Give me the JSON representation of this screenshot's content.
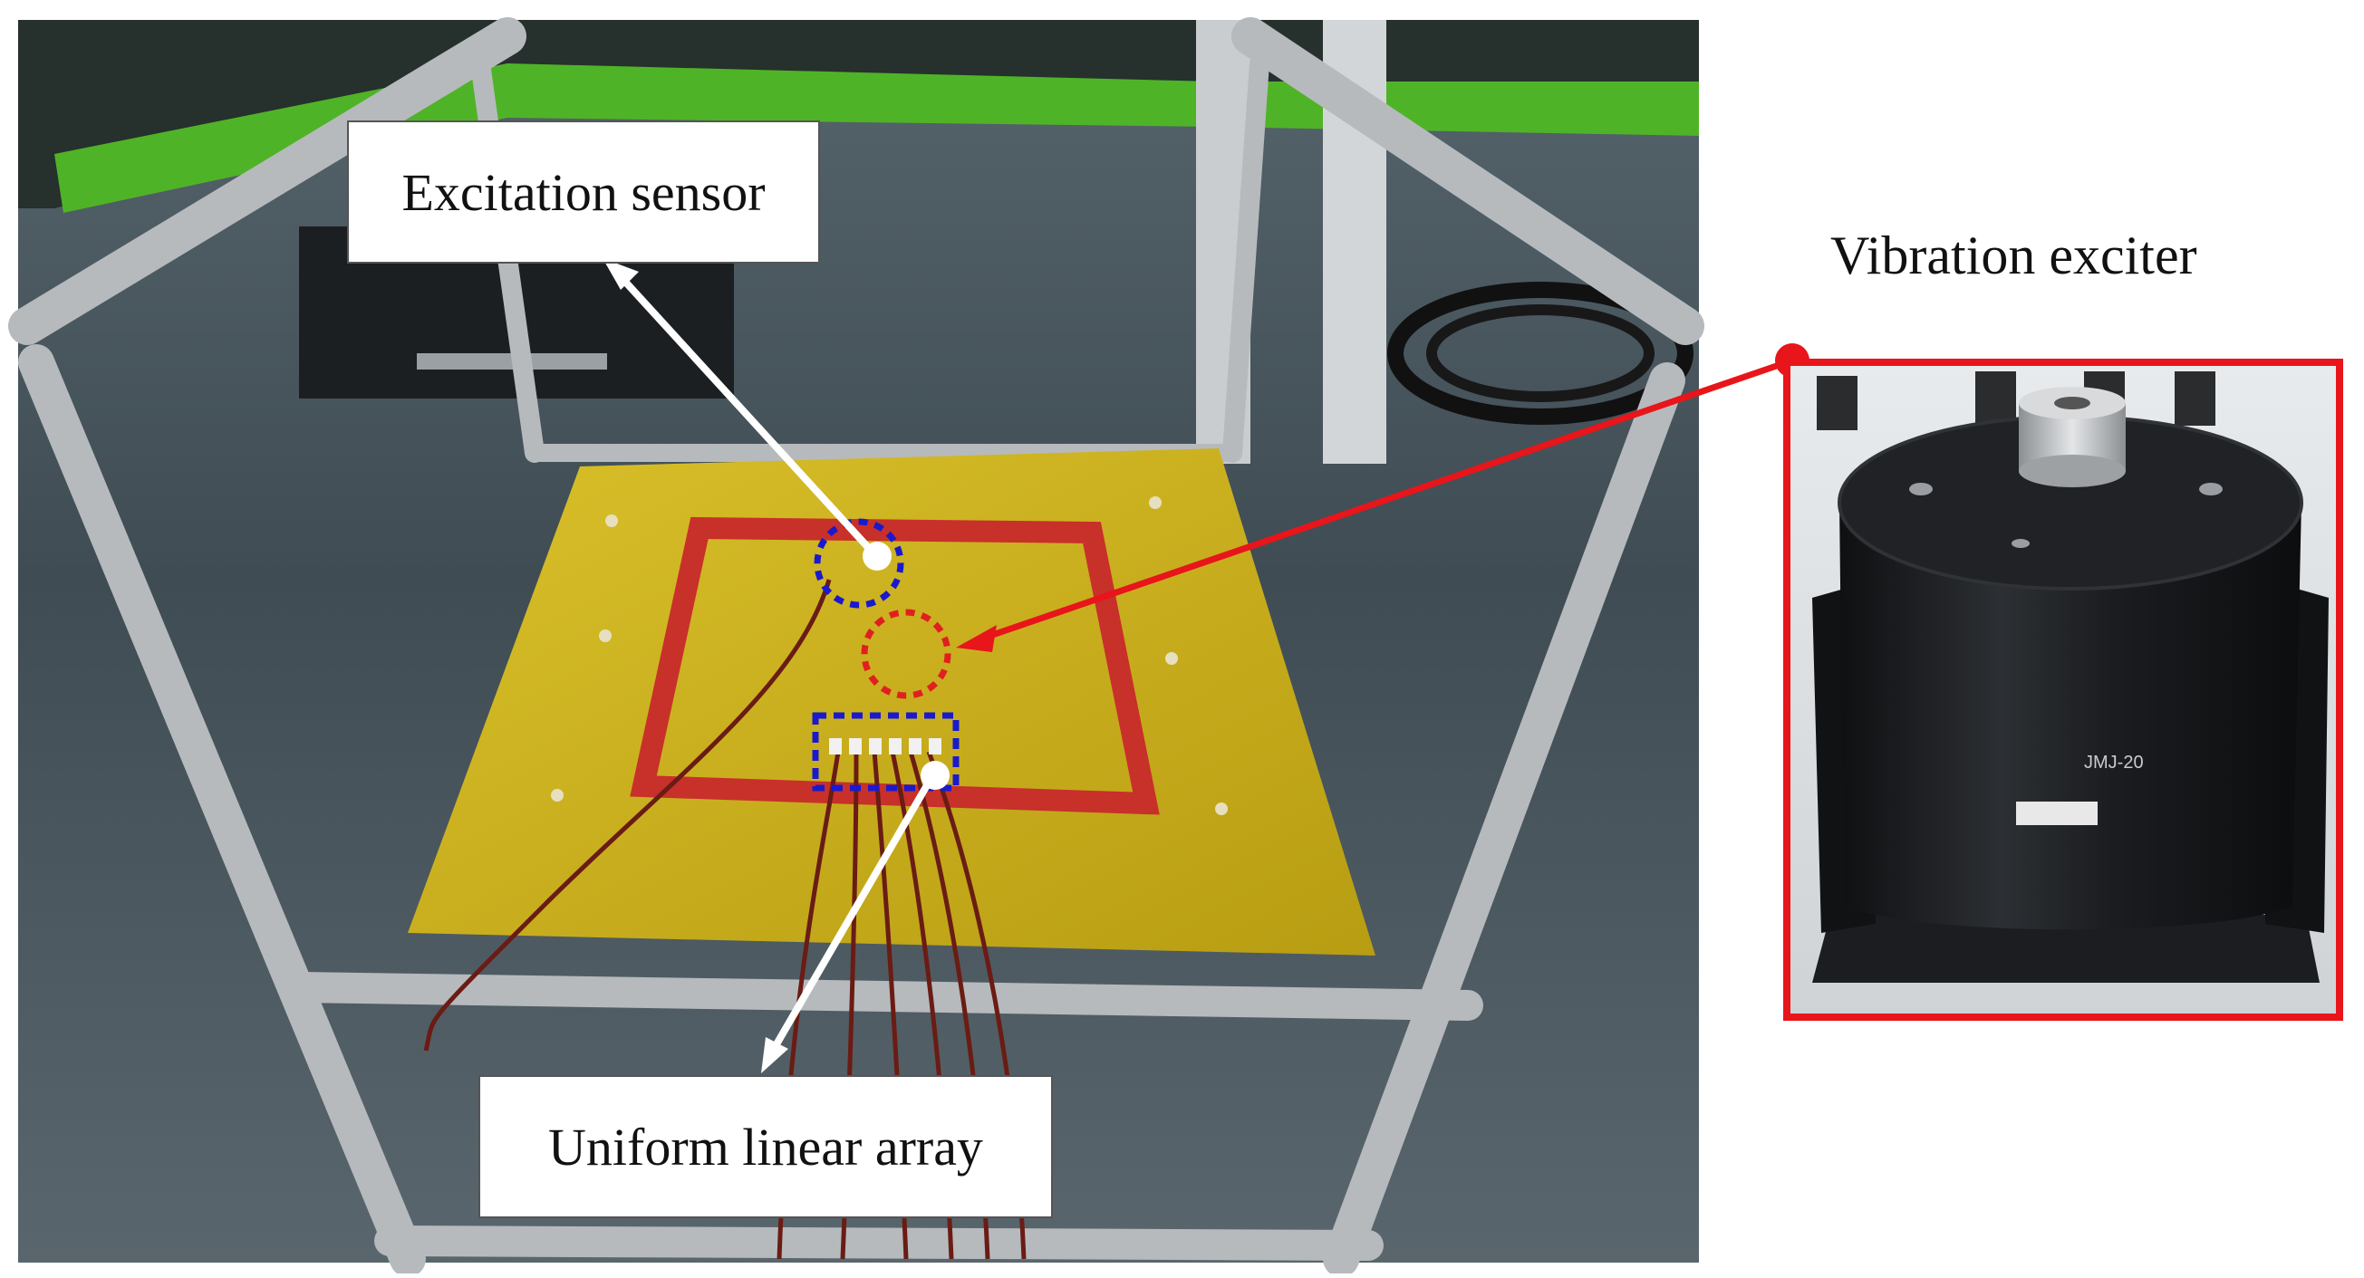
{
  "labels": {
    "excitation_sensor": "Excitation sensor",
    "uniform_linear_array": "Uniform linear array",
    "vibration_exciter": "Vibration exciter"
  },
  "exciter_device": {
    "model_text": "JMJ-20"
  },
  "colors": {
    "plate": "#c9b21e",
    "frame_square": "#c8302a",
    "sensor_marker": "#1a1acc",
    "excitation_point_marker": "#e02020",
    "callout_red": "#e8151a",
    "arrow_white": "#ffffff",
    "aluminium": "#b8bcbf",
    "floor": "#3d4a52",
    "wall_green": "#4fb327",
    "exciter_body": "#1f2124"
  }
}
